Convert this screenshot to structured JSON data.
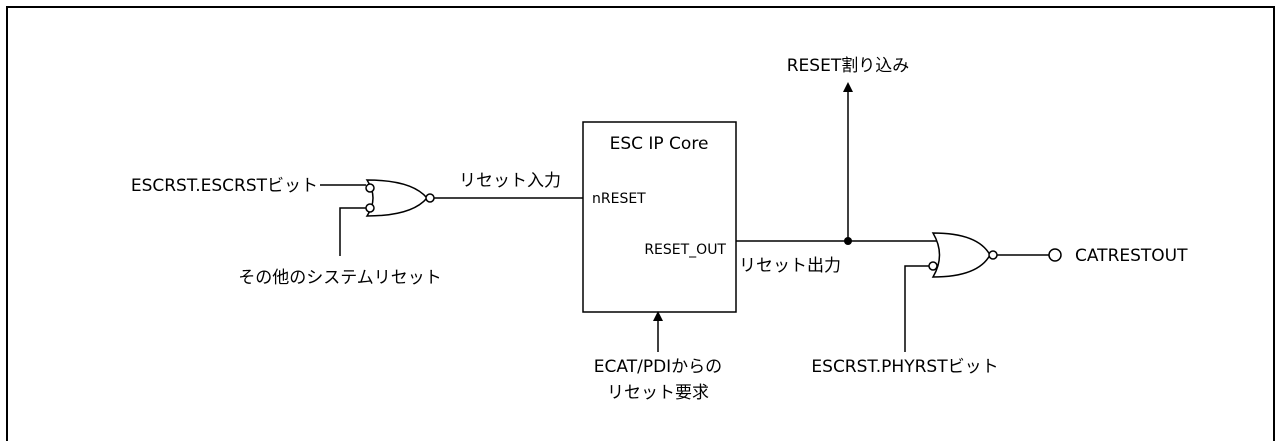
{
  "diagram": {
    "labels": {
      "escrst_bit": "ESCRST.ESCRSTビット",
      "other_reset": "その他のシステムリセット",
      "reset_input": "リセット入力",
      "core_title": "ESC IP Core",
      "nreset": "nRESET",
      "reset_out_pin": "RESET_OUT",
      "reset_interrupt": "RESET割り込み",
      "reset_output": "リセット出力",
      "catrestout": "CATRESTOUT",
      "phyrst_bit": "ESCRST.PHYRSTビット",
      "ecat_request_line1": "ECAT/PDIからの",
      "ecat_request_line2": "リセット要求"
    }
  }
}
